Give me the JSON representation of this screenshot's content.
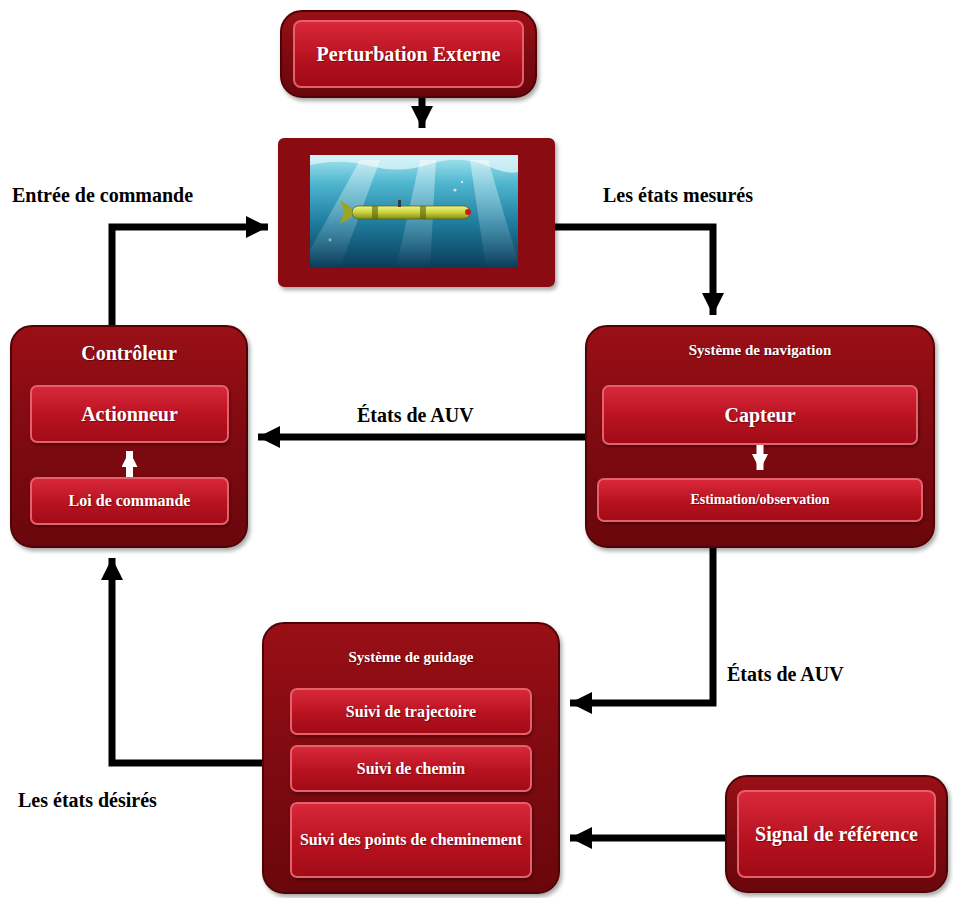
{
  "diagram": {
    "nodes": [
      {
        "text": [
          "Perturbation Externe"
        ]
      },
      {
        "text": []
      },
      {
        "text": [
          "Contrôleur"
        ]
      },
      {
        "text": [
          "Actionneur"
        ],
        "in": 2
      },
      {
        "text": [
          "Loi de commande"
        ],
        "in": 2
      },
      {
        "text": [
          "Système de navigation"
        ]
      },
      {
        "text": [
          "Capteur"
        ],
        "in": 5
      },
      {
        "text": [
          "Estimation/observation"
        ],
        "in": 5
      },
      {
        "text": [
          "Système de guidage"
        ]
      },
      {
        "text": [
          "Suivi de trajectoire"
        ],
        "in": 8
      },
      {
        "text": [
          "Suivi de chemin"
        ],
        "in": 8
      },
      {
        "text": [
          "Suivi des points de cheminement"
        ],
        "in": 8
      },
      {
        "text": [
          "Signal de référence"
        ]
      }
    ],
    "edges": [
      {
        "from": 0,
        "to": 1,
        "arrow": "to"
      },
      {
        "from": 2,
        "to": 1,
        "label": "Entrée de commande",
        "arrow": "to"
      },
      {
        "from": 1,
        "to": 5,
        "label": "Les états mesurés",
        "arrow": "to"
      },
      {
        "from": 5,
        "to": 2,
        "label": "États de AUV",
        "arrow": "to"
      },
      {
        "from": 5,
        "to": 8,
        "label": "États de AUV",
        "arrow": "to"
      },
      {
        "from": 8,
        "to": 2,
        "label": "Les états désirés",
        "arrow": "to"
      },
      {
        "from": 12,
        "to": 8,
        "arrow": "to"
      },
      {
        "from": 4,
        "to": 3,
        "arrow": "to"
      },
      {
        "from": 6,
        "to": 7,
        "arrow": "to"
      }
    ]
  }
}
